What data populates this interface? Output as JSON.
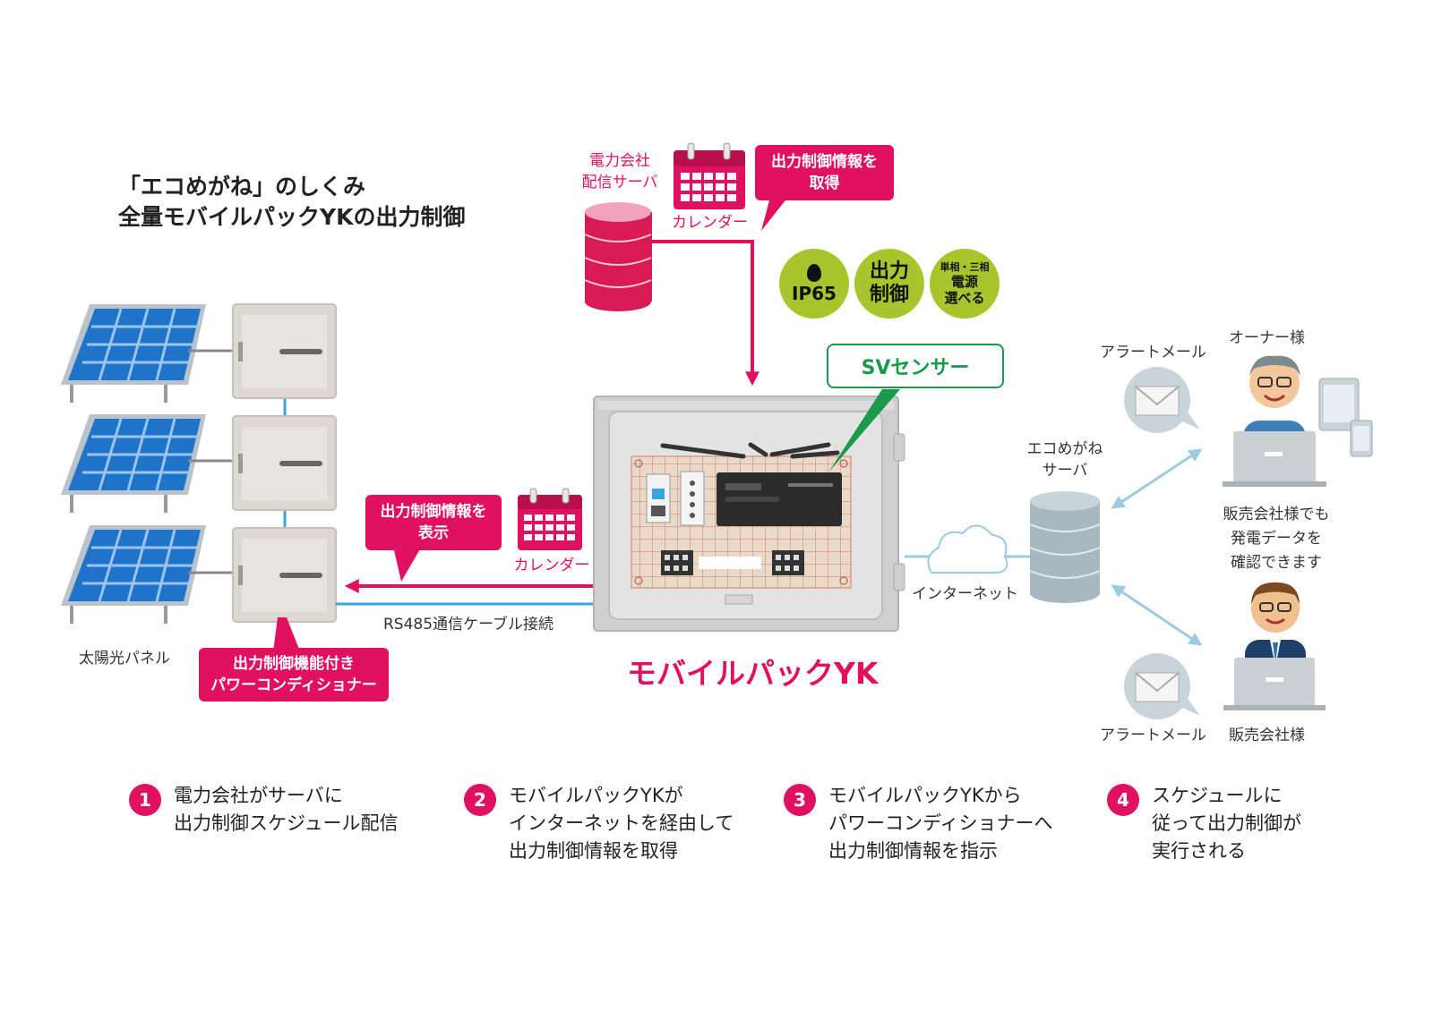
{
  "title": {
    "line1": "「エコめがね」のしくみ",
    "line2": "全量モバイルパックYKの出力制御"
  },
  "utility_server": {
    "label_line1": "電力会社",
    "label_line2": "配信サーバ"
  },
  "top_calendar_label": "カレンダー",
  "top_callout": {
    "line1": "出力制御情報を",
    "line2": "取得"
  },
  "badges": {
    "ip65": "IP65",
    "output_line1": "出力",
    "output_line2": "制御",
    "power_small": "単相・三相",
    "power_line1": "電源",
    "power_line2": "選べる"
  },
  "sv_sensor": "SVセンサー",
  "left_callout": {
    "line1": "出力制御情報を",
    "line2": "表示"
  },
  "left_calendar_label": "カレンダー",
  "cable_label": "RS485通信ケーブル接続",
  "solar_panel_label": "太陽光パネル",
  "pcs_callout": {
    "line1": "出力制御機能付き",
    "line2": "パワーコンディショナー"
  },
  "main_label": "モバイルパックYK",
  "internet_label": "インターネット",
  "ecomegane_server": {
    "label_line1": "エコめがね",
    "label_line2": "サーバ"
  },
  "alert_mail_top": "アラートメール",
  "owner_label": "オーナー様",
  "sales_note": {
    "line1": "販売会社様でも",
    "line2": "発電データを",
    "line3": "確認できます"
  },
  "alert_mail_bottom": "アラートメール",
  "sales_company_label": "販売会社様",
  "steps": [
    {
      "num": "1",
      "line1": "電力会社がサーバに",
      "line2": "出力制御スケジュール配信",
      "line3": ""
    },
    {
      "num": "2",
      "line1": "モバイルパックYKが",
      "line2": "インターネットを経由して",
      "line3": "出力制御情報を取得"
    },
    {
      "num": "3",
      "line1": "モバイルパックYKから",
      "line2": "パワーコンディショナーへ",
      "line3": "出力制御情報を指示"
    },
    {
      "num": "4",
      "line1": "スケジュールに",
      "line2": "従って出力制御が",
      "line3": "実行される"
    }
  ],
  "colors": {
    "accent_pink": "#e0115f",
    "badge_green": "#a8c52e",
    "sensor_green": "#1a9a4a",
    "panel_blue": "#1f73c9",
    "cable_blue": "#3aa5d8"
  }
}
